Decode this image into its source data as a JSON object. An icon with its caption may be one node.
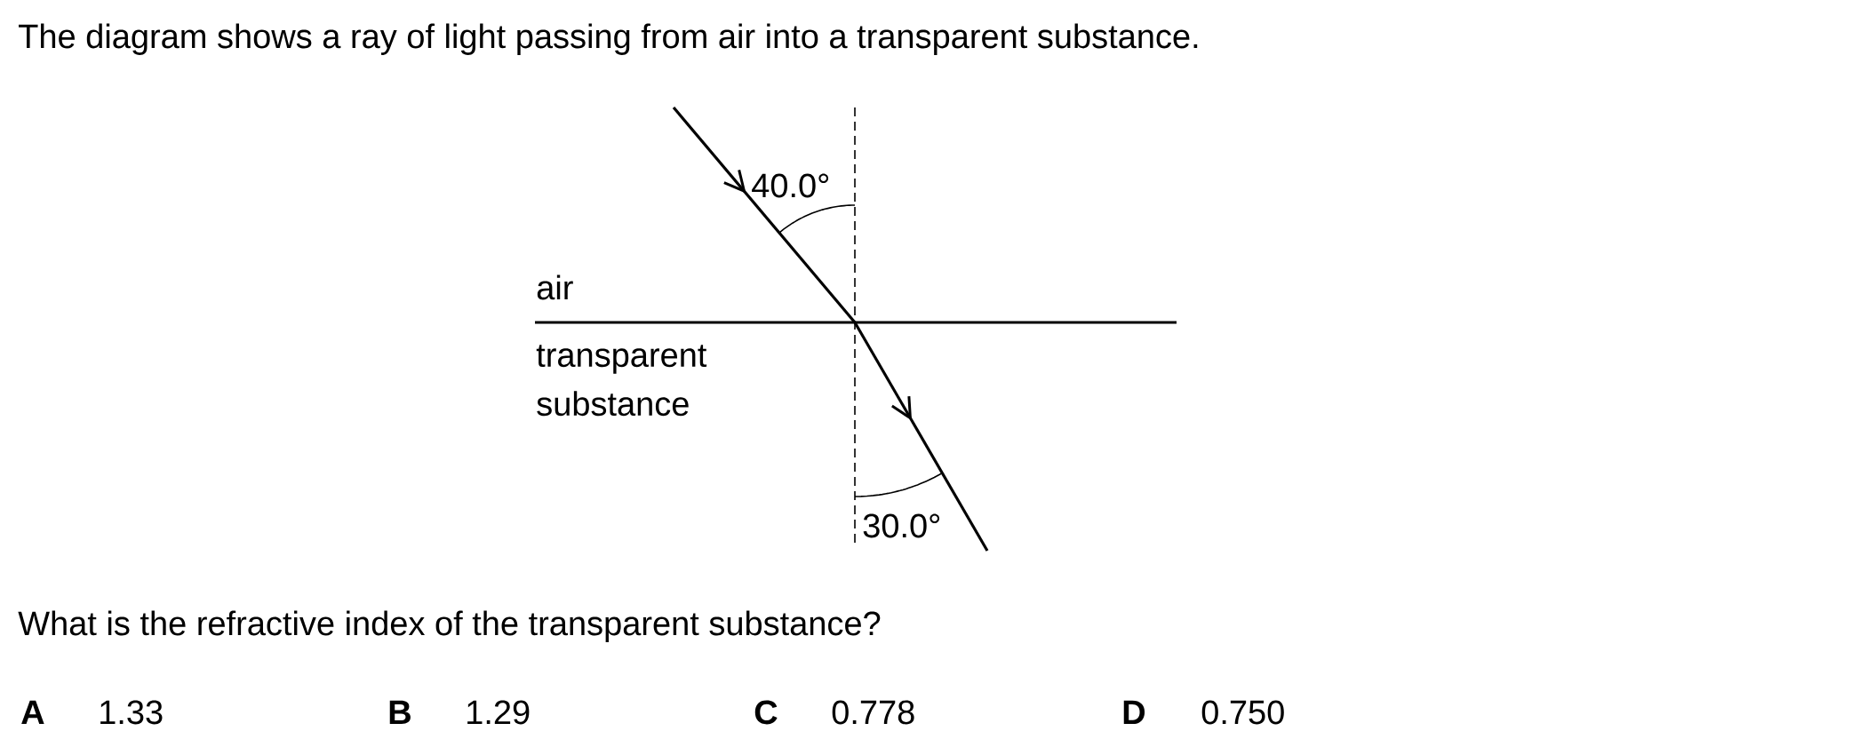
{
  "diagram": {
    "title": "The diagram shows a ray of light passing from air into a transparent substance.",
    "labels": [
      "40.0°",
      "air",
      "transparent substance",
      "30.0°",
      "What is the refractive index of the transparent substance?",
      "A",
      "1.33",
      "B",
      "1.29",
      "C",
      "0.778",
      "D",
      "0.750"
    ]
  }
}
